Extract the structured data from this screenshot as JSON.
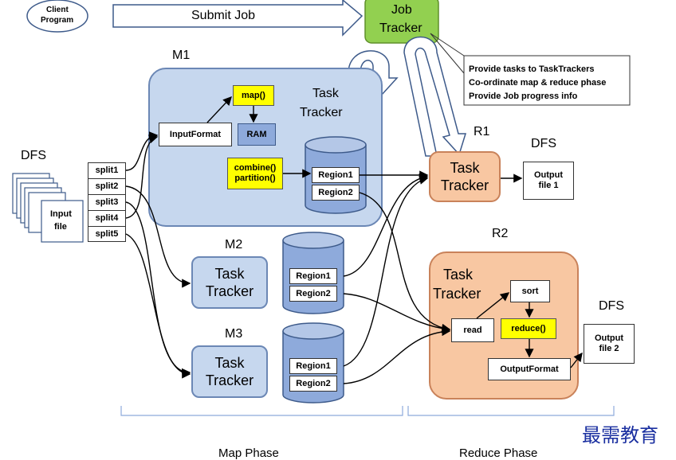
{
  "client": {
    "line1": "Client",
    "line2": "Program"
  },
  "submit_label": "Submit Job",
  "job_tracker": {
    "line1": "Job",
    "line2": "Tracker"
  },
  "job_tracker_notes": [
    "Provide tasks to TaskTrackers",
    "Co-ordinate map & reduce phase",
    "Provide Job progress info"
  ],
  "m1": {
    "label": "M1",
    "task_tracker": {
      "line1": "Task",
      "line2": "Tracker"
    },
    "input_format": "InputFormat",
    "map": "map()",
    "ram": "RAM",
    "combine": "combine()",
    "partition": "partition()",
    "region1": "Region1",
    "region2": "Region2"
  },
  "dfs_left": {
    "label": "DFS",
    "file_line1": "Input",
    "file_line2": "file"
  },
  "splits": [
    "split1",
    "split2",
    "split3",
    "split4",
    "split5"
  ],
  "m2": {
    "label": "M2",
    "tt_line1": "Task",
    "tt_line2": "Tracker",
    "region1": "Region1",
    "region2": "Region2"
  },
  "m3": {
    "label": "M3",
    "tt_line1": "Task",
    "tt_line2": "Tracker",
    "region1": "Region1",
    "region2": "Region2"
  },
  "r1": {
    "label": "R1",
    "tt_line1": "Task",
    "tt_line2": "Tracker",
    "dfs": "DFS",
    "out_line1": "Output",
    "out_line2": "file 1"
  },
  "r2": {
    "label": "R2",
    "tt_line1": "Task",
    "tt_line2": "Tracker",
    "read": "read",
    "sort": "sort",
    "reduce": "reduce()",
    "output_format": "OutputFormat",
    "dfs": "DFS",
    "out_line1": "Output",
    "out_line2": "file 2"
  },
  "phases": {
    "map": "Map Phase",
    "reduce": "Reduce Phase"
  },
  "watermark": "最需教育"
}
